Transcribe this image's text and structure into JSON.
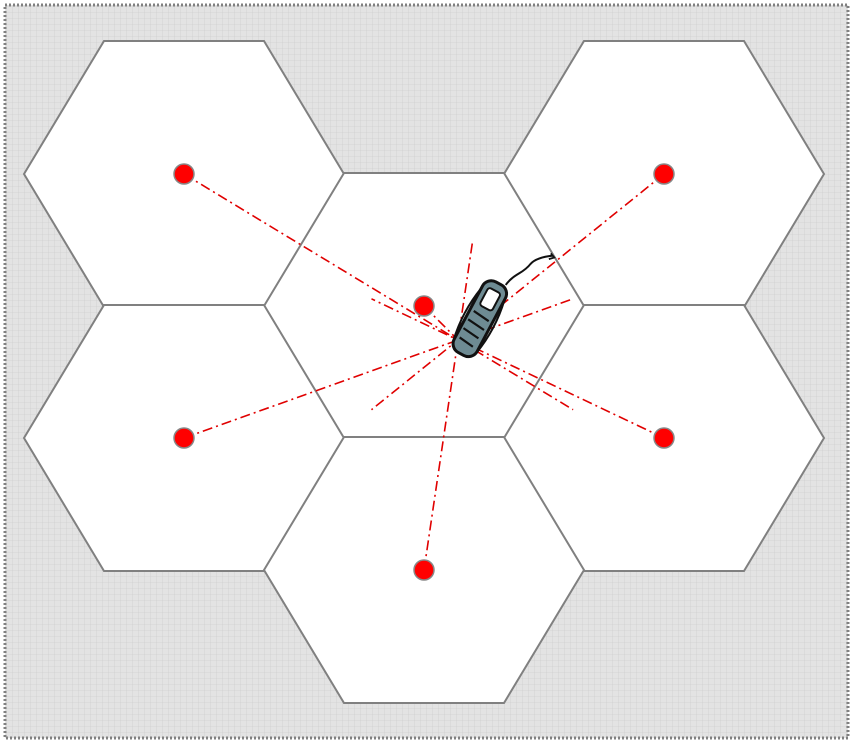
{
  "diagram": {
    "cells": [
      {
        "id": "cell-top-left",
        "has_base_station": true
      },
      {
        "id": "cell-top-right",
        "has_base_station": true
      },
      {
        "id": "cell-center",
        "has_base_station": true
      },
      {
        "id": "cell-middle-left",
        "has_base_station": true
      },
      {
        "id": "cell-middle-right",
        "has_base_station": true
      },
      {
        "id": "cell-bottom",
        "has_base_station": true
      }
    ],
    "device": {
      "icon": "mobile-phone-icon"
    },
    "colors": {
      "background": "#e3e3e3",
      "grid_line": "#c9c9c9",
      "hexagon_fill": "#ffffff",
      "hexagon_stroke": "#808080",
      "frame_stroke": "#808080",
      "base_station": "#ff0000",
      "base_station_stroke": "#888888",
      "signal_line": "#e00000",
      "phone_body": "#6e8b93",
      "phone_outline": "#111111"
    }
  }
}
